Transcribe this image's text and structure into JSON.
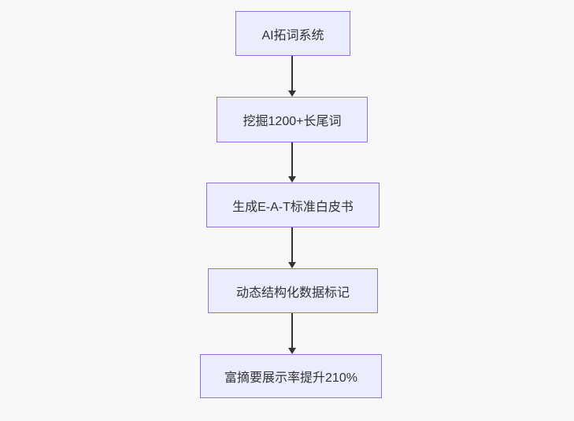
{
  "flowchart": {
    "type": "flowchart",
    "direction": "top-down",
    "colors": {
      "background": "#f8f8f8",
      "node_fill": "#ECECFF",
      "node_border": "#9370DB",
      "node_text": "#333333",
      "arrow": "#333333"
    },
    "nodes": [
      {
        "id": "A",
        "label": "AI拓词系统"
      },
      {
        "id": "B",
        "label": "挖掘1200+长尾词"
      },
      {
        "id": "C",
        "label": "生成E-A-T标准白皮书"
      },
      {
        "id": "D",
        "label": "动态结构化数据标记"
      },
      {
        "id": "E",
        "label": "富摘要展示率提升210%"
      }
    ],
    "edges": [
      {
        "from": "A",
        "to": "B"
      },
      {
        "from": "B",
        "to": "C"
      },
      {
        "from": "C",
        "to": "D"
      },
      {
        "from": "D",
        "to": "E"
      }
    ]
  }
}
